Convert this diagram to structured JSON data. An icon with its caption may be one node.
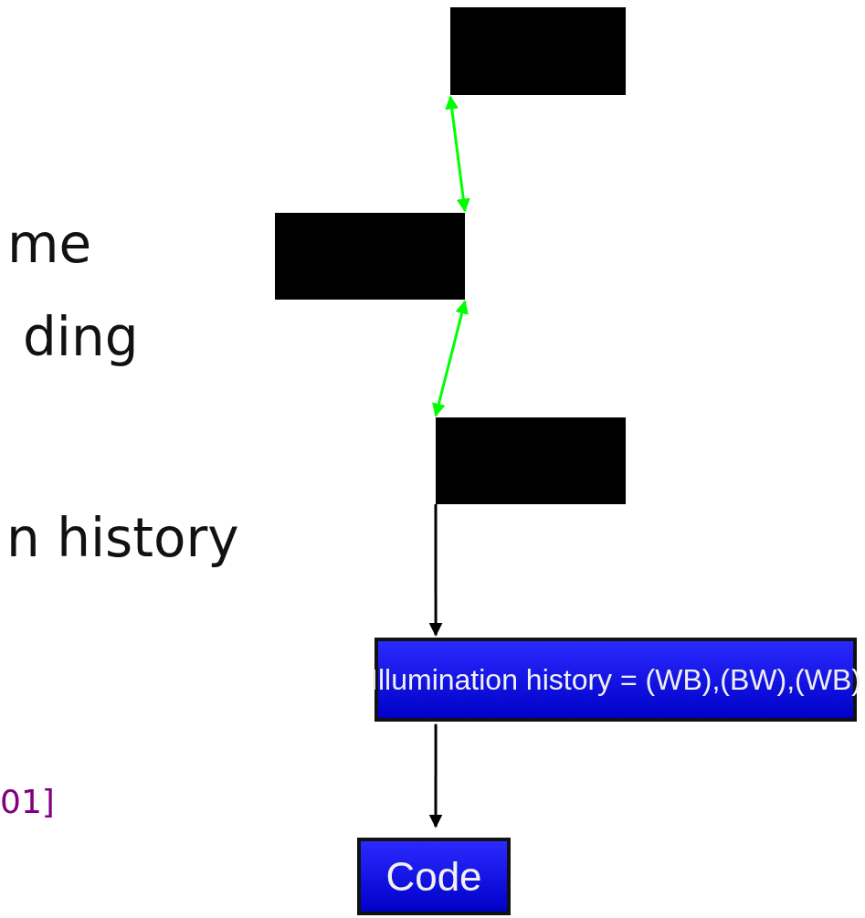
{
  "diagram": {
    "nodes": [
      {
        "text": [],
        "shape": "box"
      },
      {
        "text": [],
        "shape": "box"
      },
      {
        "text": [],
        "shape": "box"
      },
      {
        "text": [
          "Illumination history = (WB),(BW),(WB)"
        ]
      },
      {
        "text": [
          "Code"
        ]
      }
    ],
    "edges": [
      {
        "from": 0,
        "to": 1,
        "arrow": "both",
        "color": "#00ff00"
      },
      {
        "from": 1,
        "to": 2,
        "arrow": "both",
        "color": "#00ff00"
      },
      {
        "from": 2,
        "to": 3,
        "arrow": "to",
        "color": "#000000"
      },
      {
        "from": 3,
        "to": 4,
        "arrow": "to",
        "color": "#000000"
      }
    ],
    "labels": [
      "me",
      "ding",
      "n history",
      "01]"
    ]
  }
}
